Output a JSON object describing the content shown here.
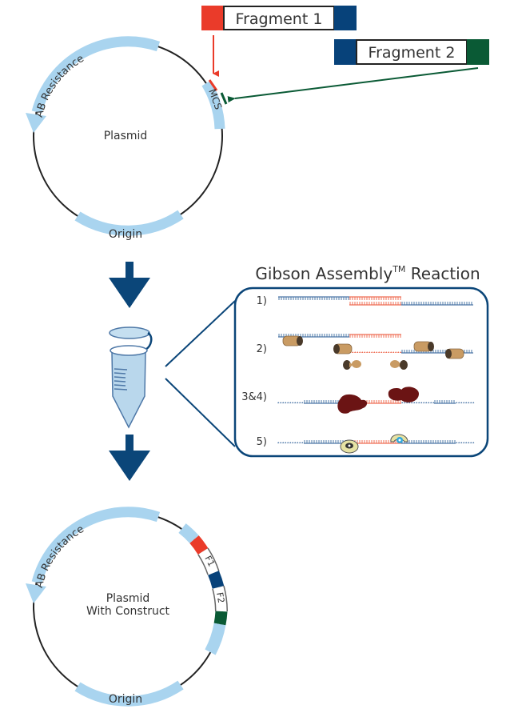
{
  "colors": {
    "plasmid_line": "#222222",
    "feature_blue": "#a9d4ef",
    "fragment_red": "#ea3b2a",
    "fragment_navy": "#07427a",
    "fragment_green": "#0a5a35",
    "arrow_navy": "#0b4679",
    "dna_blue": "#4e78a7",
    "dna_red": "#ef6f56",
    "exonuclease": "#c99b63",
    "polymerase": "#6b1414",
    "ligase": "#e6e2a3",
    "ligase_core": "#2ea8dc"
  },
  "fragments": [
    {
      "label": "Fragment 1"
    },
    {
      "label": "Fragment 2"
    }
  ],
  "plasmid_top": {
    "center_label": "Plasmid",
    "features": {
      "resistance": "AB Resistance",
      "origin": "Origin",
      "mcs": "MCS"
    }
  },
  "reaction": {
    "title": "Gibson Assembly",
    "trademark": "TM",
    "title_suffix": " Reaction",
    "steps": [
      {
        "label": "1)"
      },
      {
        "label": "2)"
      },
      {
        "label": "3&4)"
      },
      {
        "label": "5)"
      }
    ]
  },
  "plasmid_bottom": {
    "center_label_line1": "Plasmid",
    "center_label_line2": "With Construct",
    "features": {
      "resistance": "AB Resistance",
      "origin": "Origin",
      "insert1": "F1",
      "insert2": "F2"
    }
  }
}
